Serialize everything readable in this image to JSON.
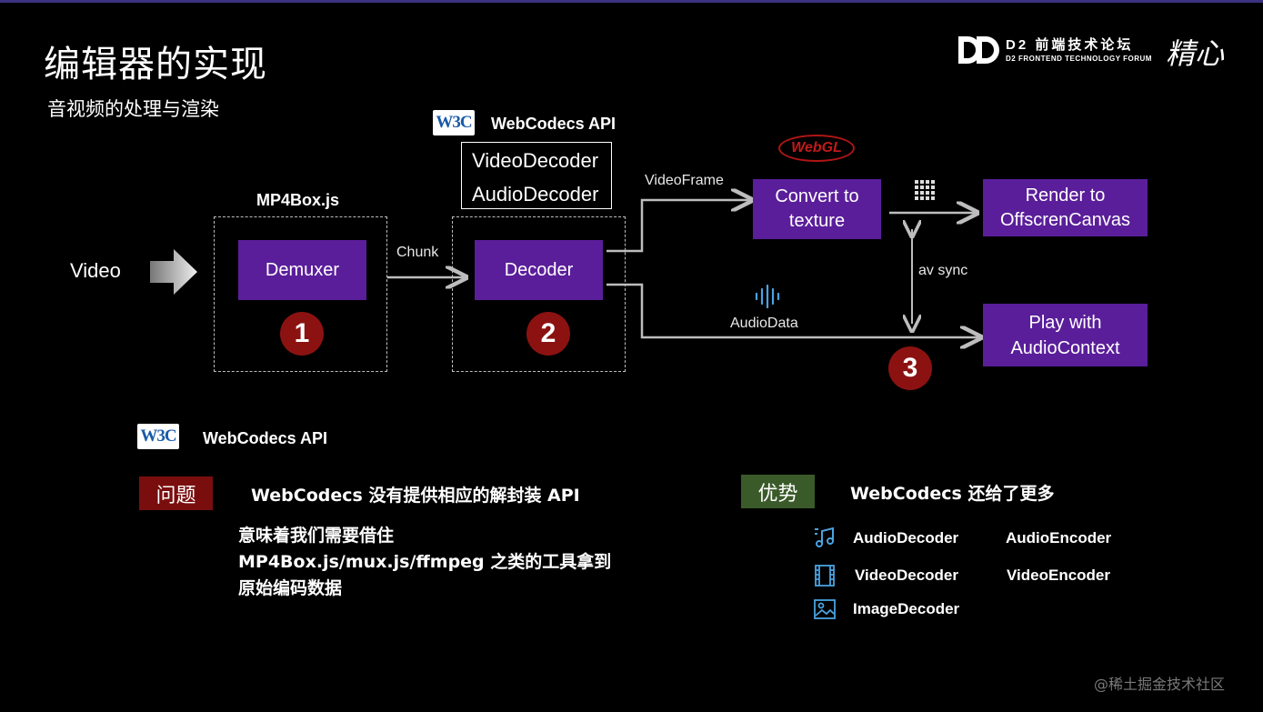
{
  "title": "编辑器的实现",
  "subtitle": "音视频的处理与渲染",
  "brand": {
    "logo_text": "D2 前端技术论坛",
    "logo_sub": "D2 FRONTEND TECHNOLOGY FORUM",
    "calligraphy": "精心",
    "watermark": "@稀土掘金技术社区"
  },
  "diagram": {
    "input_label": "Video",
    "mp4box_label": "MP4Box.js",
    "demuxer_label": "Demuxer",
    "chunk_label": "Chunk",
    "webcodecs_top_label": "WebCodecs API",
    "video_decoder_label": "VideoDecoder",
    "audio_decoder_label": "AudioDecoder",
    "decoder_label": "Decoder",
    "webgl_label": "WebGL",
    "videoframe_label": "VideoFrame",
    "convert_line1": "Convert to",
    "convert_line2": "texture",
    "render_line1": "Render to",
    "render_line2": "OffscrenCanvas",
    "avsync_label": "av sync",
    "audiodata_label": "AudioData",
    "play_line1": "Play with",
    "play_line2": "AudioContext",
    "step1": "1",
    "step2": "2",
    "step3": "3"
  },
  "bottom": {
    "webcodecs_label": "WebCodecs API",
    "problem_tag": "问题",
    "problem_title": "WebCodecs  没有提供相应的解封装 API",
    "problem_line1": "意味着我们需要借住",
    "problem_line2": "MP4Box.js/mux.js/ffmpeg 之类的工具拿到",
    "problem_line3": "原始编码数据",
    "advantage_tag": "优势",
    "advantage_title": "WebCodecs  还给了更多",
    "features": {
      "audio_decoder": "AudioDecoder",
      "audio_encoder": "AudioEncoder",
      "video_decoder": "VideoDecoder",
      "video_encoder": "VideoEncoder",
      "image_decoder": "ImageDecoder"
    }
  },
  "colors": {
    "purple": "#5a1e9a",
    "step_red": "#8c1212",
    "problem_red": "#7a0e0e",
    "advantage_green": "#3a5a2a",
    "icon_blue": "#4aa3e0"
  },
  "icons": [
    "w3c-logo",
    "arrow-right-icon",
    "webgl-logo",
    "pixel-grid-icon",
    "audio-wave-icon",
    "music-note-icon",
    "film-icon",
    "image-icon"
  ]
}
